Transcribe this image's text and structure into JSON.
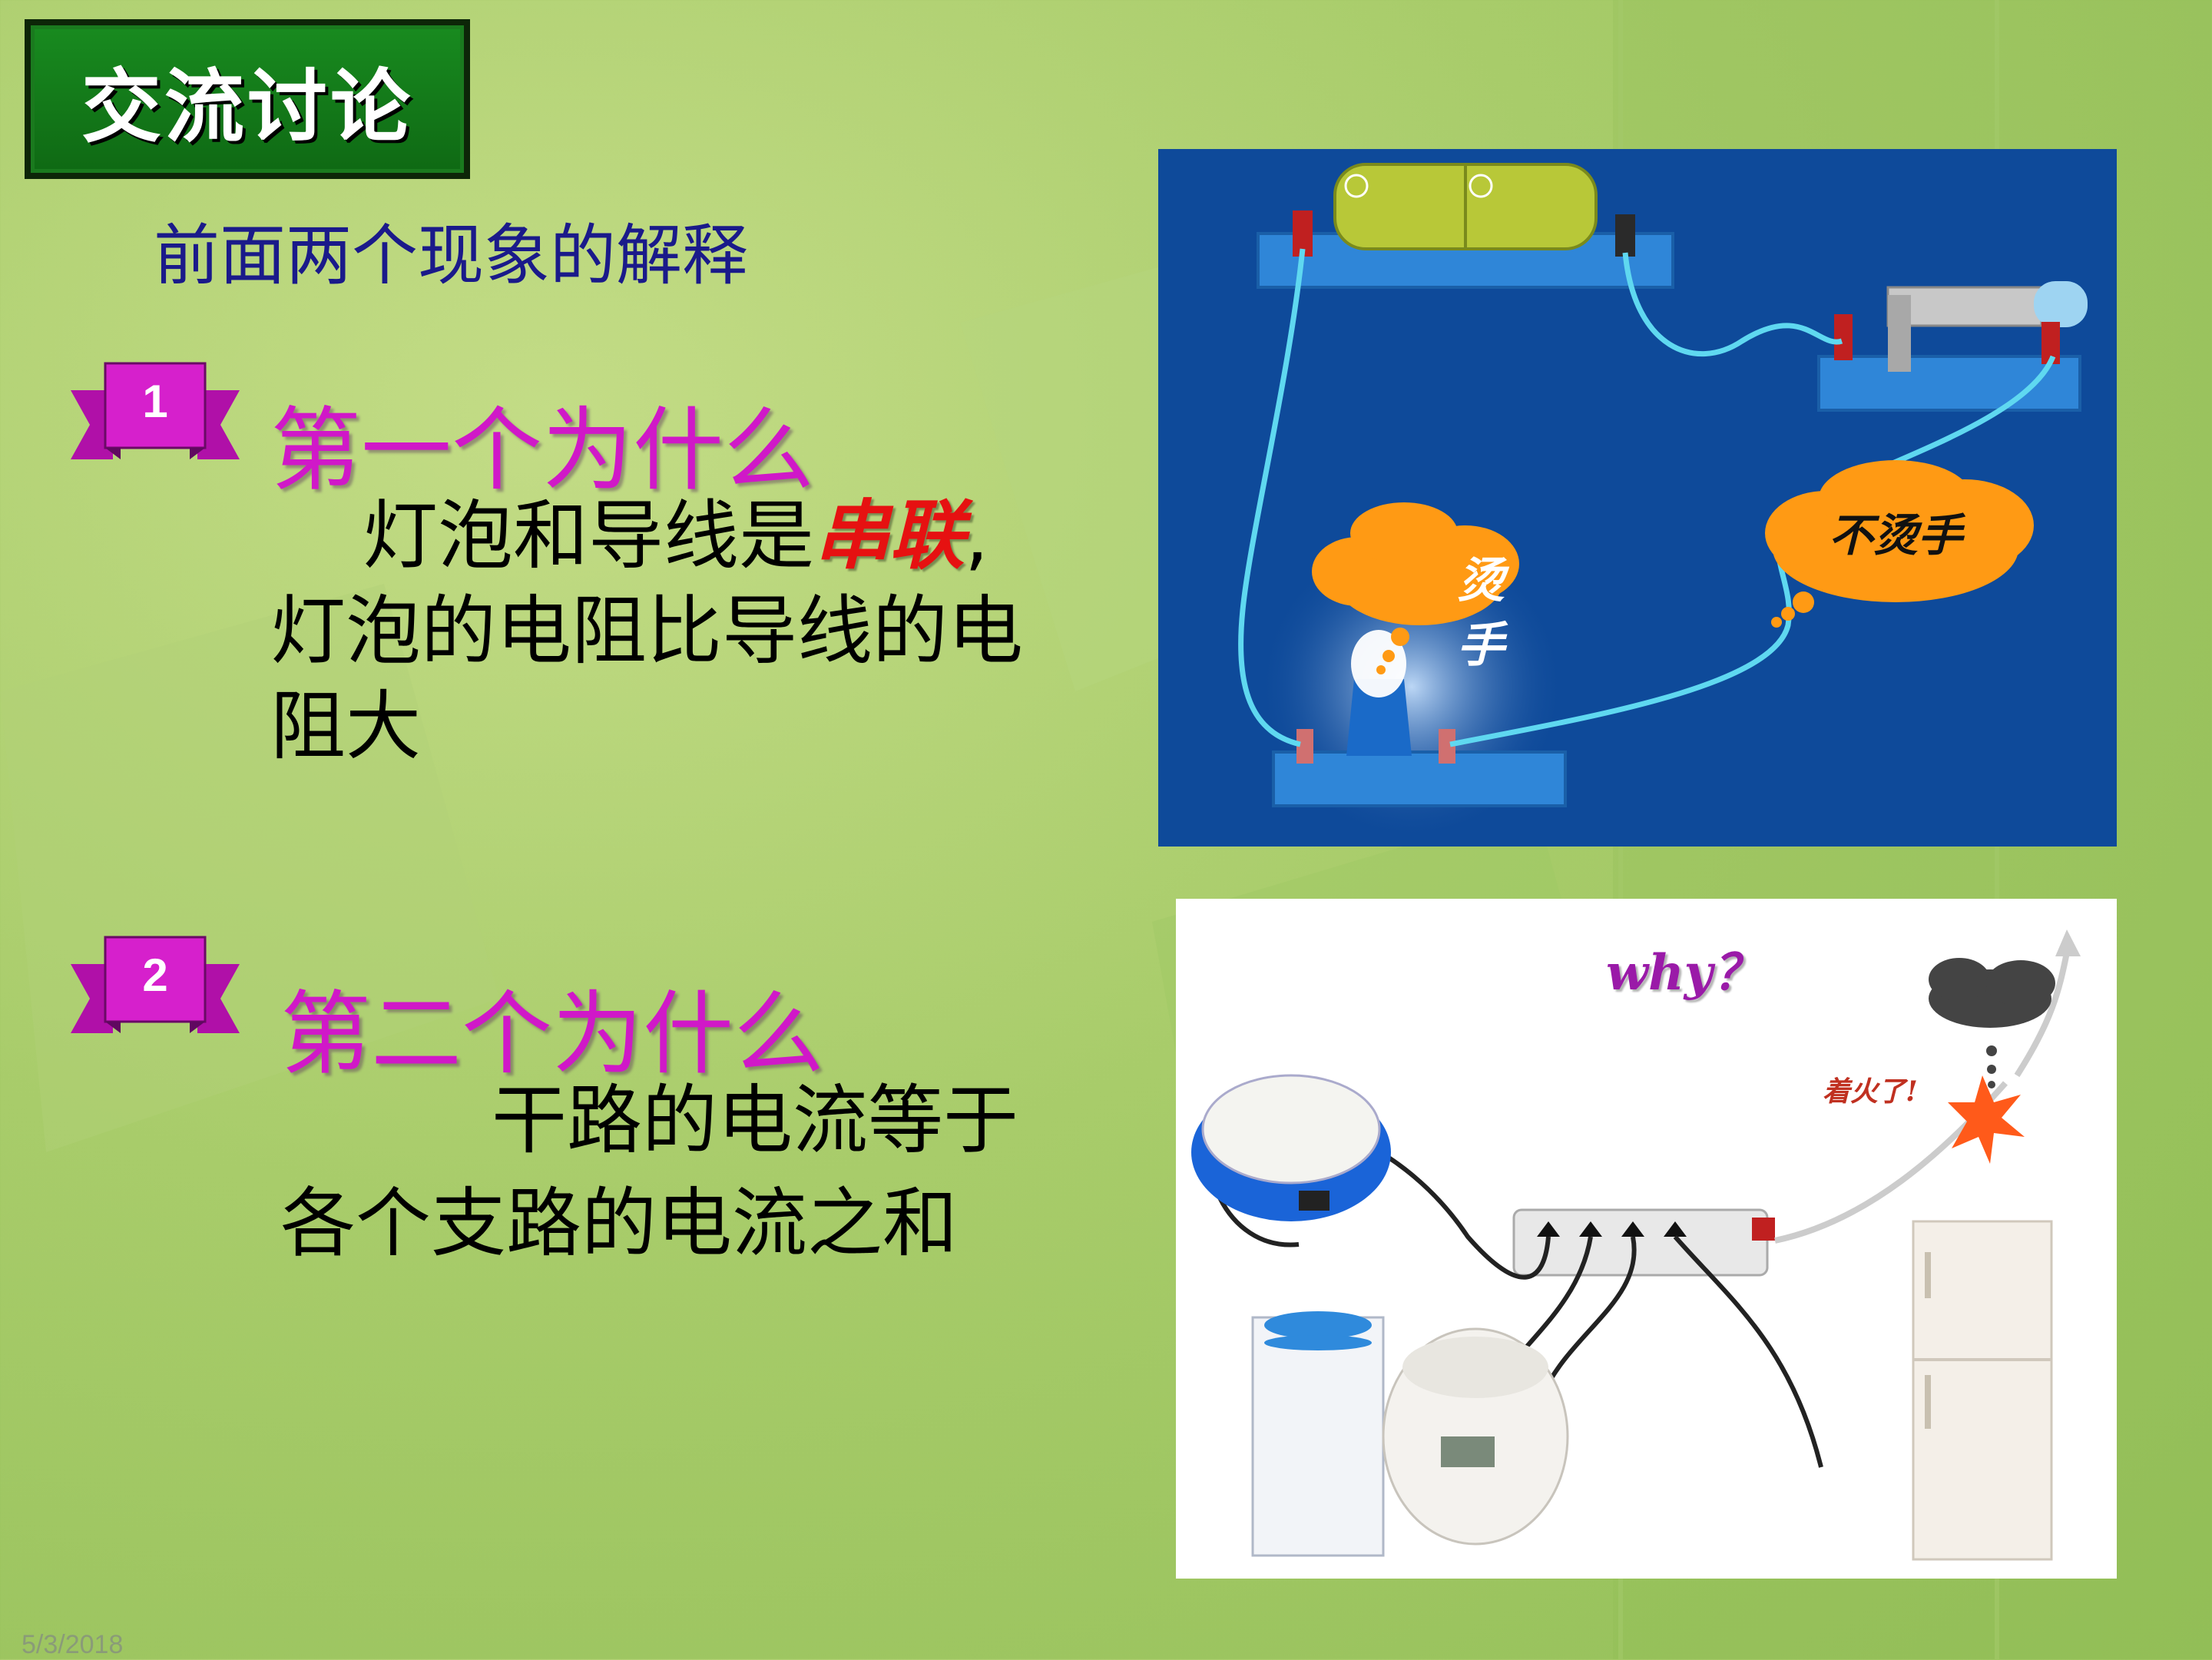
{
  "title": "交流讨论",
  "subtitle": "前面两个现象的解释",
  "section1": {
    "number": "1",
    "heading": "第一个为什么",
    "text_before": "灯泡和导线是",
    "highlight": "串联",
    "text_after": ",",
    "line2": "灯泡的电阻比导线的电",
    "line3": "阻大"
  },
  "section2": {
    "number": "2",
    "heading": "第二个为什么",
    "line1": "干路的电流等于",
    "line2": "各个支路的电流之和"
  },
  "circuit_image": {
    "cloud_hot": "烫手",
    "cloud_not_hot": "不烫手"
  },
  "appliance_image": {
    "why_label": "why？",
    "fire_label": "着火了!"
  },
  "footer": {
    "date": "5/3/2018"
  },
  "colors": {
    "heading": "#d018c8",
    "highlight": "#e61111",
    "subtitle": "#1a1a8a",
    "title_bg": "#188a1f",
    "circuit_bg": "#0e4a9a"
  }
}
